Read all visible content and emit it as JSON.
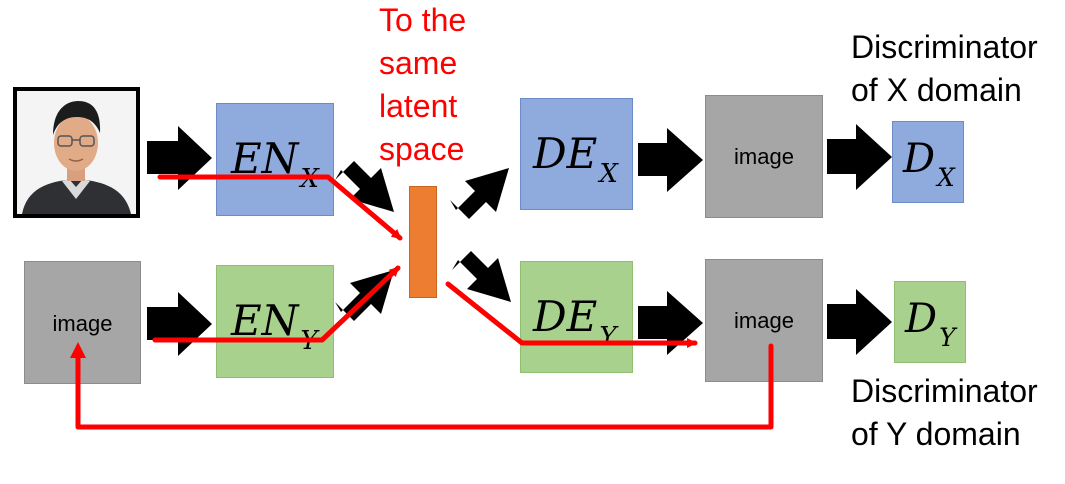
{
  "caption": {
    "latent": [
      "To the",
      "same",
      "latent",
      "space"
    ],
    "disc_x": [
      "Discriminator",
      "of X domain"
    ],
    "disc_y": [
      "Discriminator",
      "of Y domain"
    ]
  },
  "encoders": {
    "x": {
      "main": "EN",
      "sub": "X"
    },
    "y": {
      "main": "EN",
      "sub": "Y"
    }
  },
  "decoders": {
    "x": {
      "main": "DE",
      "sub": "X"
    },
    "y": {
      "main": "DE",
      "sub": "Y"
    }
  },
  "discriminators": {
    "x": {
      "main": "D",
      "sub": "X"
    },
    "y": {
      "main": "D",
      "sub": "Y"
    }
  },
  "images": {
    "input_y": "image",
    "output_x": "image",
    "output_y": "image"
  },
  "colors": {
    "encoder_x": "#8faadc",
    "encoder_y": "#a9d18e",
    "latent": "#ed7d31",
    "image_box": "#a6a6a6",
    "path": "#ff0000",
    "caption_latent": "#ff0000"
  }
}
